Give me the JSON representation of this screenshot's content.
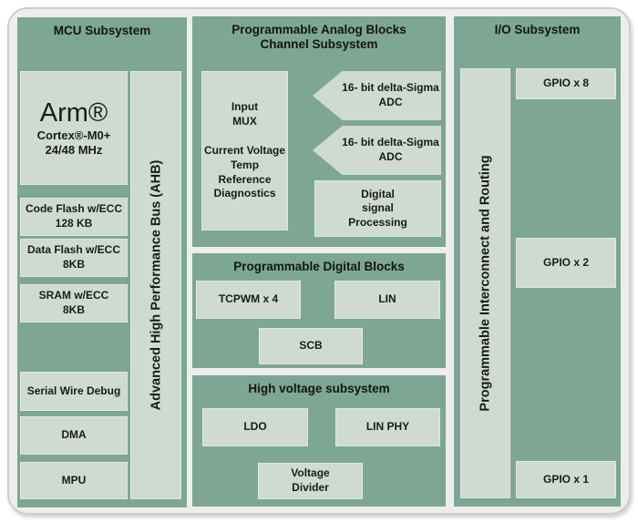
{
  "colors": {
    "panel_green": "#7da694",
    "block_green": "#cfdbd1",
    "card_background": "#ededed",
    "card_border": "#cdcdcd",
    "text": "#1a1a1a"
  },
  "mcu": {
    "title": "MCU Subsystem",
    "arm": {
      "l1": "Arm®",
      "l2": "Cortex®-M0+",
      "l3": "24/48 MHz"
    },
    "code_flash": {
      "l1": "Code Flash w/ECC",
      "l2": "128 KB"
    },
    "data_flash": {
      "l1": "Data Flash w/ECC",
      "l2": "8KB"
    },
    "sram": {
      "l1": "SRAM w/ECC",
      "l2": "8KB"
    },
    "swd": "Serial Wire Debug",
    "dma": "DMA",
    "mpu": "MPU",
    "ahb": "Advanced High Performance Bus (AHB)"
  },
  "analog": {
    "title_l1": "Programmable Analog Blocks",
    "title_l2": "Channel Subsystem",
    "mux": {
      "l1": "Input",
      "l2": "MUX",
      "l3": "Current Voltage",
      "l4": "Temp",
      "l5": "Reference",
      "l6": "Diagnostics"
    },
    "adc1": {
      "l1": "16- bit delta-Sigma",
      "l2": "ADC"
    },
    "adc2": {
      "l1": "16- bit delta-Sigma",
      "l2": "ADC"
    },
    "dsp": {
      "l1": "Digital",
      "l2": "signal",
      "l3": "Processing"
    }
  },
  "digital": {
    "title": "Programmable Digital Blocks",
    "tcpwm": "TCPWM x 4",
    "lin": "LIN",
    "scb": "SCB"
  },
  "hv": {
    "title": "High voltage subsystem",
    "ldo": "LDO",
    "lin_phy": "LIN PHY",
    "vdiv": {
      "l1": "Voltage",
      "l2": "Divider"
    }
  },
  "io": {
    "title": "I/O Subsystem",
    "interconnect": "Programmable Interconnect and Routing",
    "gpio8": "GPIO x 8",
    "gpio2": "GPIO x 2",
    "gpio1": "GPIO x 1"
  }
}
